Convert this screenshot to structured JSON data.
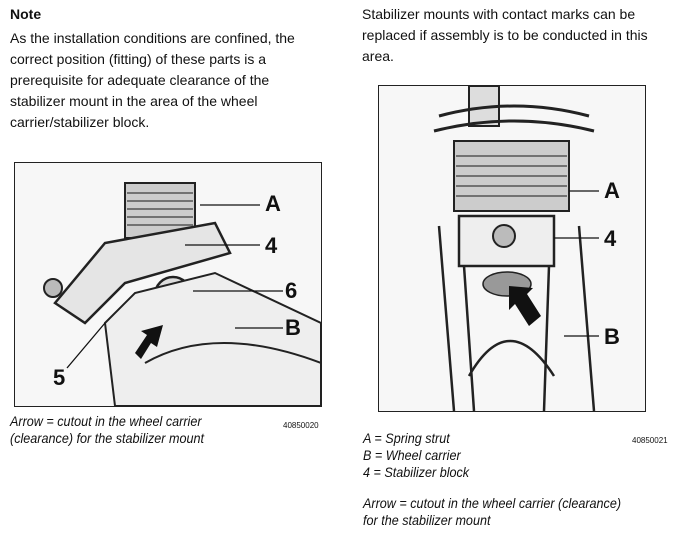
{
  "left_column": {
    "note_title": "Note",
    "note_lines": [
      "As the installation conditions are confined, the",
      "correct position (fitting) of these parts is a",
      "prerequisite for adequate clearance of the",
      "stabilizer mount in the area of the wheel",
      "carrier/stabilizer block."
    ],
    "figure": {
      "labels": {
        "A": "A",
        "4": "4",
        "6": "6",
        "B": "B",
        "5": "5"
      },
      "code": "40850020"
    },
    "caption_lines": [
      "Arrow = cutout in the wheel carrier",
      "(clearance) for the stabilizer mount"
    ]
  },
  "right_column": {
    "text_lines": [
      "Stabilizer mounts with contact marks can be",
      "replaced if assembly is to be conducted in this",
      "area."
    ],
    "figure": {
      "labels": {
        "A": "A",
        "4": "4",
        "B": "B"
      },
      "code": "40850021"
    },
    "legend": [
      "A = Spring strut",
      "B = Wheel carrier",
      "4 = Stabilizer block"
    ],
    "caption_lines": [
      "Arrow = cutout in the wheel carrier (clearance)",
      "for the stabilizer mount"
    ]
  }
}
